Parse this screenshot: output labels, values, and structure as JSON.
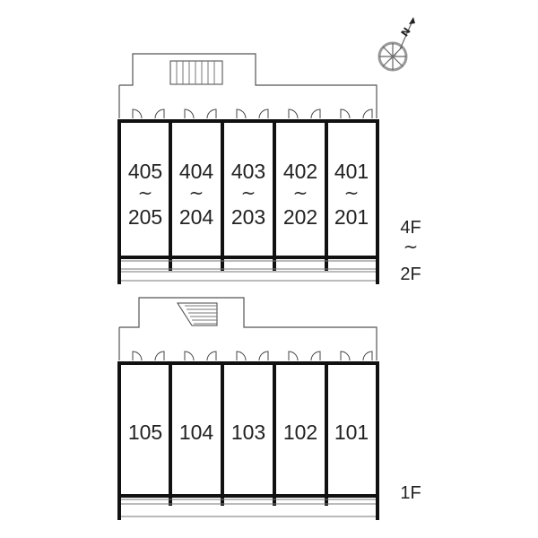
{
  "upper_block": {
    "units": [
      {
        "top": "405",
        "bottom": "205"
      },
      {
        "top": "404",
        "bottom": "204"
      },
      {
        "top": "403",
        "bottom": "203"
      },
      {
        "top": "402",
        "bottom": "202"
      },
      {
        "top": "401",
        "bottom": "201"
      }
    ],
    "range_mark": "~",
    "floor_top": "4F",
    "floor_bottom": "2F"
  },
  "lower_block": {
    "units": [
      "105",
      "104",
      "103",
      "102",
      "101"
    ],
    "floor": "1F"
  },
  "compass": {
    "north_label": "N"
  }
}
